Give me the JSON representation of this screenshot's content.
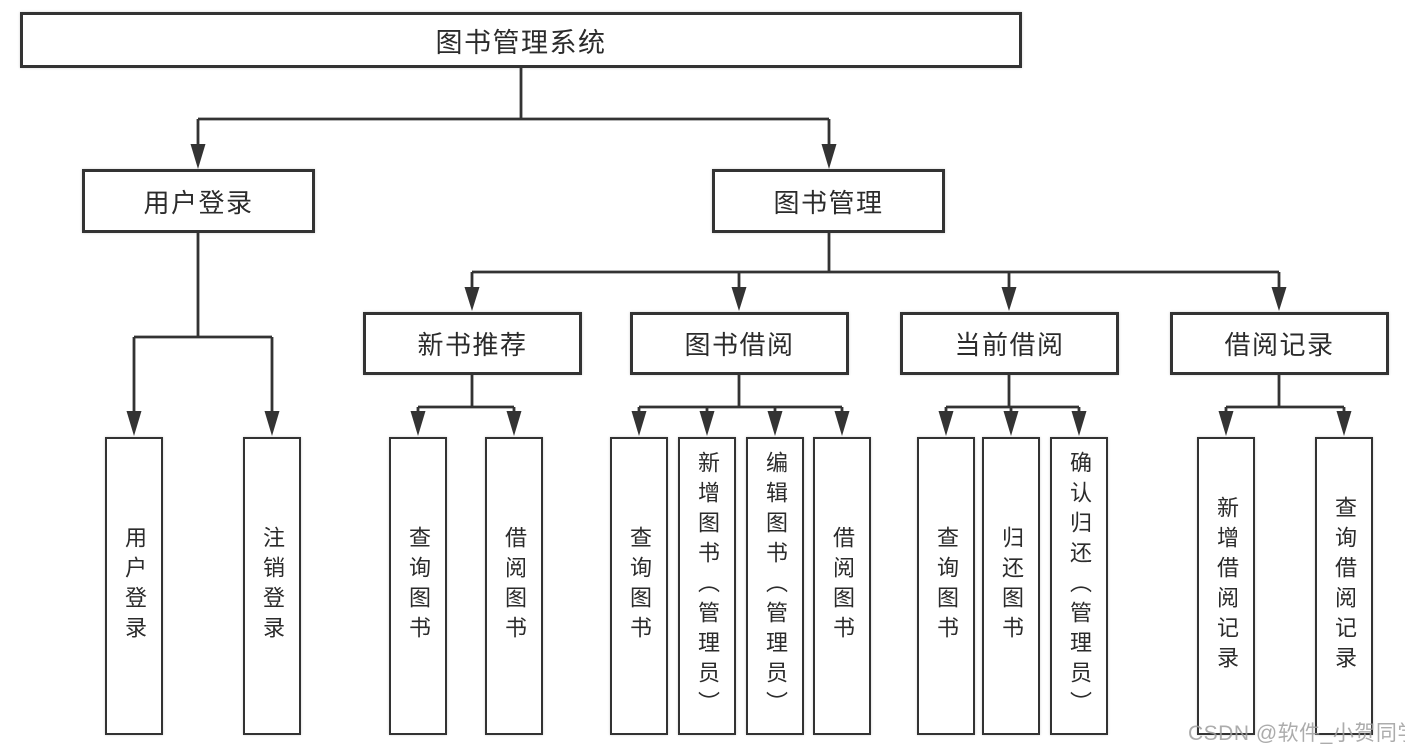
{
  "colors": {
    "line": "#333333",
    "box_border": "#333333",
    "box_background": "#ffffff",
    "text": "#2b2b2b",
    "watermark": "#9e9e9e"
  },
  "diagram": {
    "type": "hierarchy-tree",
    "root": {
      "label": "图书管理系统"
    },
    "level2": [
      {
        "label": "用户登录"
      },
      {
        "label": "图书管理"
      }
    ],
    "level3": [
      {
        "label": "新书推荐",
        "parent": "图书管理"
      },
      {
        "label": "图书借阅",
        "parent": "图书管理"
      },
      {
        "label": "当前借阅",
        "parent": "图书管理"
      },
      {
        "label": "借阅记录",
        "parent": "图书管理"
      }
    ],
    "level4": [
      {
        "label": "用户登录",
        "parent": "用户登录"
      },
      {
        "label": "注销登录",
        "parent": "用户登录"
      },
      {
        "label": "查询图书",
        "parent": "新书推荐"
      },
      {
        "label": "借阅图书",
        "parent": "新书推荐"
      },
      {
        "label": "查询图书",
        "parent": "图书借阅"
      },
      {
        "label": "新增图书（管理员）",
        "parent": "图书借阅"
      },
      {
        "label": "编辑图书（管理员）",
        "parent": "图书借阅"
      },
      {
        "label": "借阅图书",
        "parent": "图书借阅"
      },
      {
        "label": "查询图书",
        "parent": "当前借阅"
      },
      {
        "label": "归还图书",
        "parent": "当前借阅"
      },
      {
        "label": "确认归还（管理员）",
        "parent": "当前借阅"
      },
      {
        "label": "新增借阅记录",
        "parent": "借阅记录"
      },
      {
        "label": "查询借阅记录",
        "parent": "借阅记录"
      }
    ]
  },
  "watermark": {
    "text": "CSDN @软件_小贺同学"
  }
}
